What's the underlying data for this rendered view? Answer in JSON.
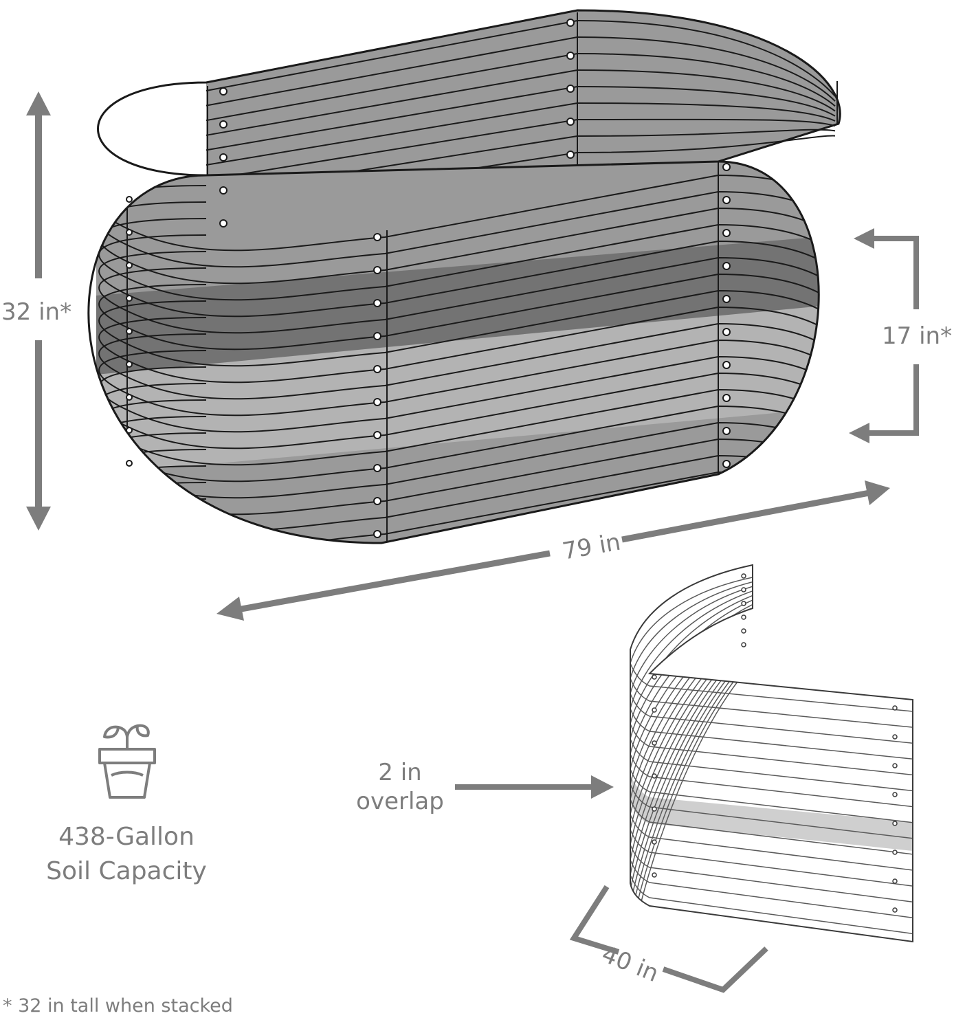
{
  "dimensions": {
    "height_label": "32 in*",
    "panel_height_label": "17 in*",
    "length_label": "79 in",
    "panel_width_label": "40 in",
    "overlap_line1": "2 in",
    "overlap_line2": "overlap"
  },
  "capacity": {
    "icon": "plant-pot-icon",
    "line1": "438-Gallon",
    "line2": "Soil Capacity"
  },
  "footnote": "* 32 in tall when stacked",
  "colors": {
    "dimension_gray": "#7d7d7d",
    "bed_upper": "#9a9a9a",
    "bed_overlap_band": "#737373",
    "bed_lower": "#b3b3b3",
    "panel_overlap_band": "#cfcfcf"
  }
}
